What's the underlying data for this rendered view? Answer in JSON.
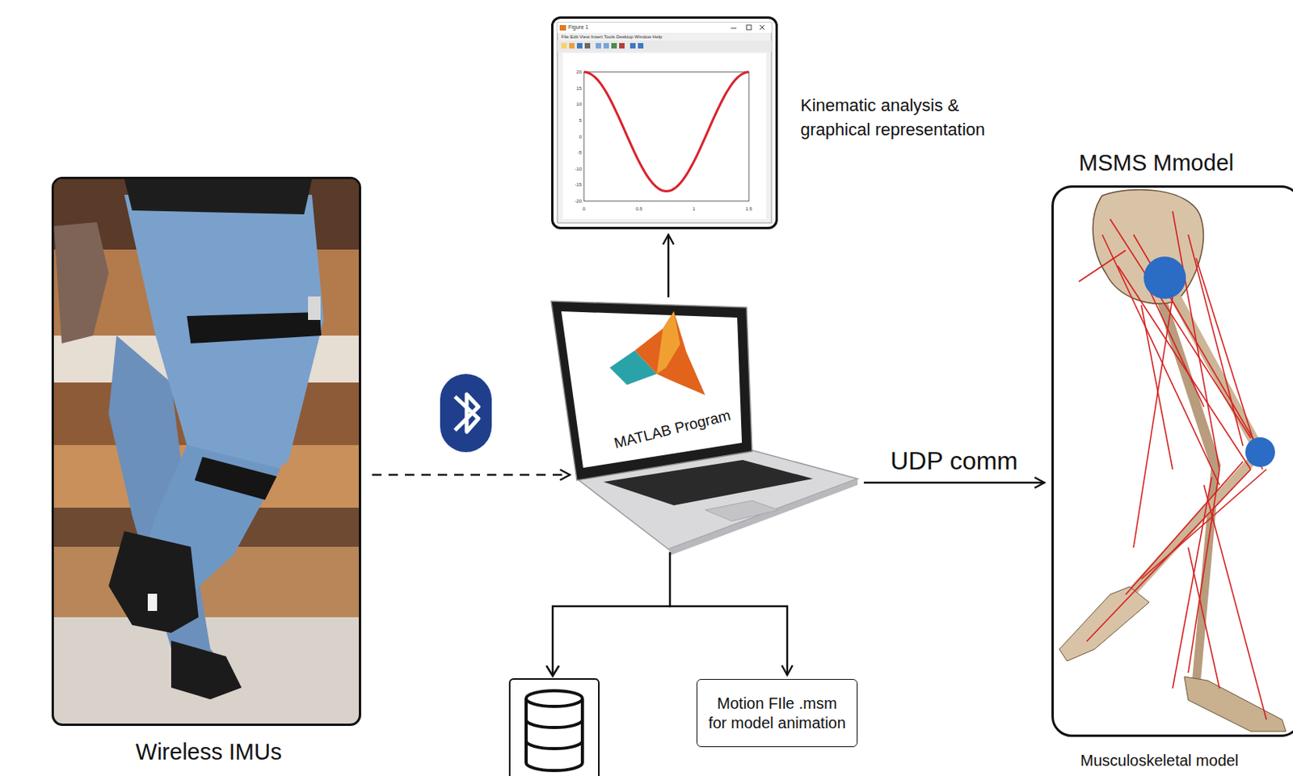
{
  "diagram": {
    "nodes": [
      {
        "text": [
          "Wireless IMUs"
        ]
      },
      {
        "text": [
          "MATLAB Program"
        ]
      },
      {
        "text": [
          "Kinematic analysis & graphical representation"
        ]
      },
      {
        "text": [
          "MSMS Mmodel",
          "Musculoskeletal model"
        ]
      },
      {
        "text": [
          "Motion FIle .msm for model animation"
        ]
      }
    ],
    "edges": [
      {
        "from": 0,
        "to": 1,
        "arrow": "to"
      },
      {
        "from": 1,
        "to": 2,
        "arrow": "to"
      },
      {
        "from": 1,
        "to": 3,
        "label": "UDP comm",
        "arrow": "to"
      },
      {
        "from": 1,
        "to": 4,
        "arrow": "to"
      }
    ],
    "labels": [
      "Figure 1",
      "File Edit View Insert Tools Desktop Window Help",
      "20",
      "15",
      "10",
      "5",
      "0",
      "-5",
      "-10",
      "-15",
      "-20",
      "0",
      "0.5",
      "1",
      "1.5"
    ]
  }
}
